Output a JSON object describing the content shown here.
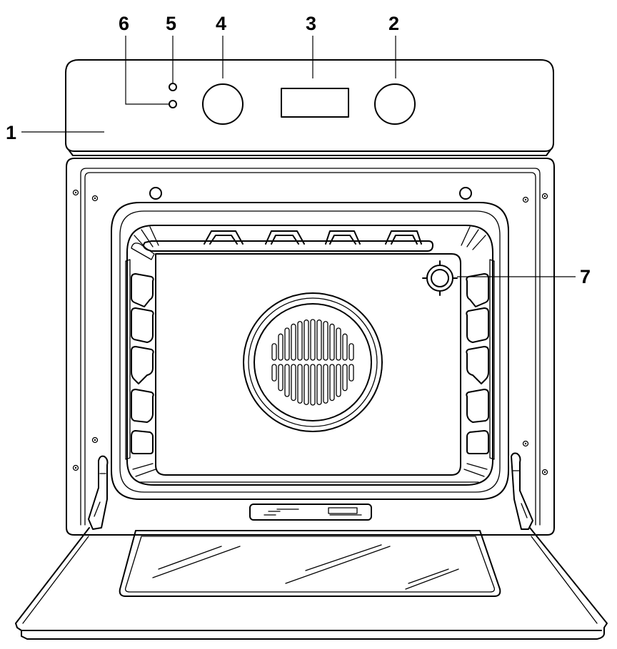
{
  "callouts": [
    {
      "id": "c1",
      "label": "1"
    },
    {
      "id": "c2",
      "label": "2"
    },
    {
      "id": "c3",
      "label": "3"
    },
    {
      "id": "c4",
      "label": "4"
    },
    {
      "id": "c5",
      "label": "5"
    },
    {
      "id": "c6",
      "label": "6"
    },
    {
      "id": "c7",
      "label": "7"
    }
  ],
  "colors": {
    "line": "#000000",
    "background": "#ffffff"
  }
}
